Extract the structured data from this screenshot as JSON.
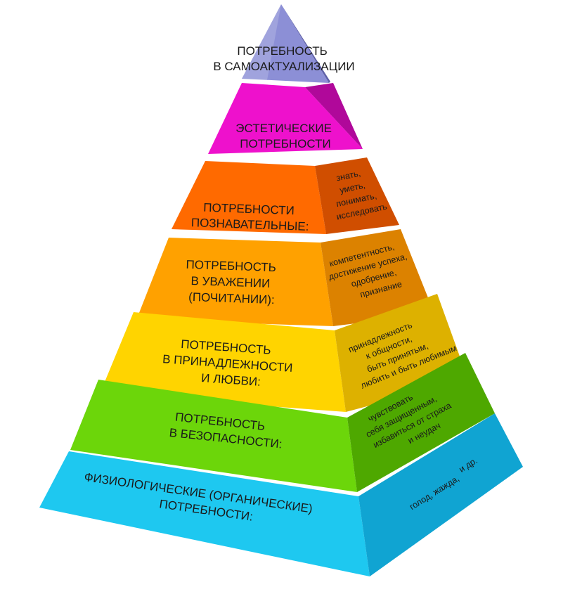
{
  "levels": [
    {
      "id": "self-actualization",
      "front_lines": [
        "ПОТРЕБНОСТЬ",
        "В САМОАКТУАЛИЗАЦИИ"
      ],
      "side_lines": [],
      "colors": {
        "front": "#8c8fd6",
        "side": "#5e60a8"
      }
    },
    {
      "id": "aesthetic",
      "front_lines": [
        "ЭСТЕТИЧЕСКИЕ",
        "ПОТРЕБНОСТИ"
      ],
      "side_lines": [],
      "colors": {
        "front": "#ee11cc",
        "side": "#b0089a"
      }
    },
    {
      "id": "cognitive",
      "front_lines": [
        "ПОТРЕБНОСТИ",
        "ПОЗНАВАТЕЛЬНЫЕ:"
      ],
      "side_lines": [
        "знать,",
        "уметь,",
        "понимать,",
        "исследовать"
      ],
      "colors": {
        "front": "#ff6a00",
        "side": "#d04e00"
      }
    },
    {
      "id": "esteem",
      "front_lines": [
        "ПОТРЕБНОСТЬ",
        "В УВАЖЕНИИ",
        "(ПОЧИТАНИИ):"
      ],
      "side_lines": [
        "компетентность,",
        "достижение успеха,",
        "одобрение,",
        "признание"
      ],
      "colors": {
        "front": "#ffa100",
        "side": "#dc8200"
      }
    },
    {
      "id": "belonging",
      "front_lines": [
        "ПОТРЕБНОСТЬ",
        "В ПРИНАДЛЕЖНОСТИ",
        "И ЛЮБВИ:"
      ],
      "side_lines": [
        "принадлежность",
        "к общности,",
        "быть принятым,",
        "любить и быть любимым"
      ],
      "colors": {
        "front": "#ffd400",
        "side": "#ddb100"
      }
    },
    {
      "id": "safety",
      "front_lines": [
        "ПОТРЕБНОСТЬ",
        "В БЕЗОПАСНОСТИ:"
      ],
      "side_lines": [
        "чувствовать",
        "себя защищенным,",
        "избавиться от страха",
        "и неудач"
      ],
      "colors": {
        "front": "#6cd60a",
        "side": "#4ea800"
      }
    },
    {
      "id": "physiological",
      "front_lines": [
        "ФИЗИОЛОГИЧЕСКИЕ (ОРГАНИЧЕСКИЕ)",
        "ПОТРЕБНОСТИ:"
      ],
      "side_lines": [
        "голод, жажда,",
        "и др."
      ],
      "colors": {
        "front": "#1ec8f0",
        "side": "#10a4d2"
      }
    }
  ]
}
